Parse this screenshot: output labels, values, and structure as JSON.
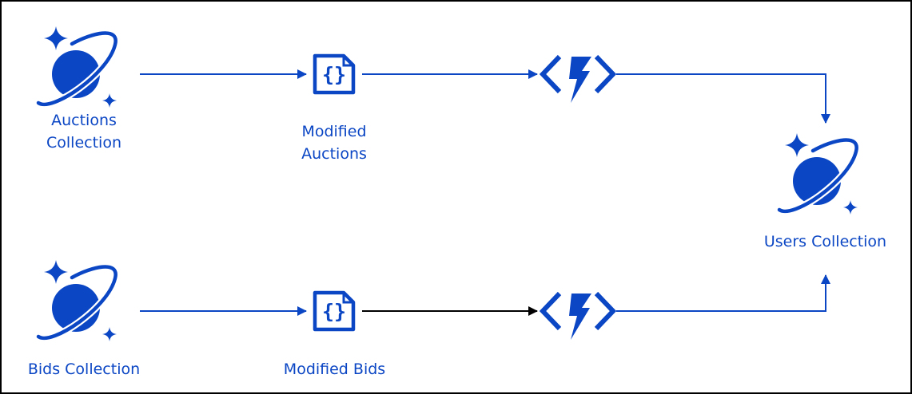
{
  "colors": {
    "primary": "#0b46c4",
    "connector_dark": "#000000",
    "border": "#000000"
  },
  "nodes": {
    "auctions_collection": {
      "label_line1": "Auctions",
      "label_line2": "Collection",
      "icon": "cosmos-db-planet-icon"
    },
    "modified_auctions": {
      "label_line1": "Modified",
      "label_line2": "Auctions",
      "icon": "json-document-icon"
    },
    "auctions_function": {
      "icon": "azure-function-icon"
    },
    "bids_collection": {
      "label": "Bids Collection",
      "icon": "cosmos-db-planet-icon"
    },
    "modified_bids": {
      "label": "Modified Bids",
      "icon": "json-document-icon"
    },
    "bids_function": {
      "icon": "azure-function-icon"
    },
    "users_collection": {
      "label": "Users Collection",
      "icon": "cosmos-db-planet-icon"
    }
  },
  "edges": [
    {
      "from": "auctions_collection",
      "to": "modified_auctions"
    },
    {
      "from": "modified_auctions",
      "to": "auctions_function"
    },
    {
      "from": "auctions_function",
      "to": "users_collection"
    },
    {
      "from": "bids_collection",
      "to": "modified_bids"
    },
    {
      "from": "modified_bids",
      "to": "bids_function"
    },
    {
      "from": "bids_function",
      "to": "users_collection"
    }
  ]
}
